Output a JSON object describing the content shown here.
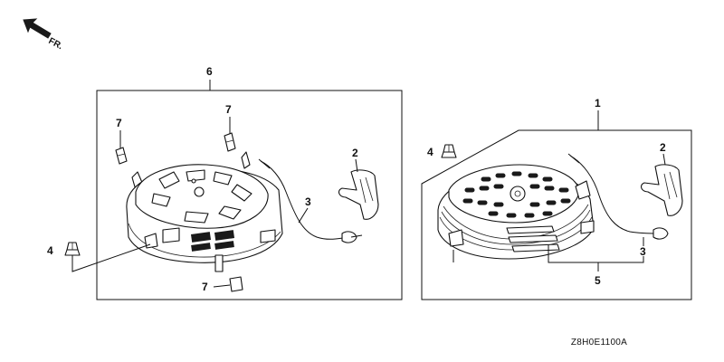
{
  "direction_label": "FR.",
  "drawing_code": "Z8H0E1100A",
  "callouts": {
    "assembly_left": "6",
    "assembly_right": "1",
    "handle": "2",
    "rope": "3",
    "nut": "4",
    "rope_group": "5",
    "clip": "7"
  }
}
